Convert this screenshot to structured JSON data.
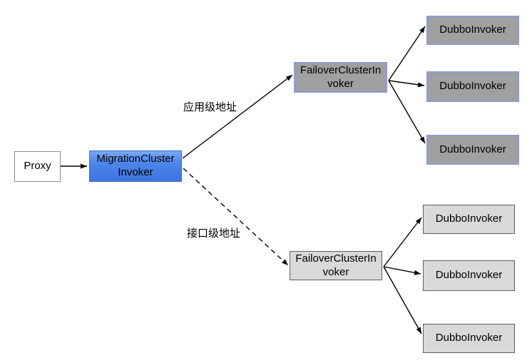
{
  "diagram": {
    "nodes": {
      "proxy": {
        "label": "Proxy",
        "fill": "#ffffff",
        "border": "#8c8c8c"
      },
      "migration_cluster_invoker": {
        "label": "MigrationCluster\nInvoker",
        "fill": "#4c85ea",
        "border": "#3e6fc6"
      },
      "failover_cluster_invoker_app": {
        "label": "FailoverClusterIn\nvoker",
        "fill": "#9fa0a2",
        "border": "#8d9cd1"
      },
      "dubbo_invoker_app_1": {
        "label": "DubboInvoker",
        "fill": "#9fa0a2",
        "border": "#8d9cd1"
      },
      "dubbo_invoker_app_2": {
        "label": "DubboInvoker",
        "fill": "#9fa0a2",
        "border": "#8d9cd1"
      },
      "dubbo_invoker_app_3": {
        "label": "DubboInvoker",
        "fill": "#9fa0a2",
        "border": "#8d9cd1"
      },
      "failover_cluster_invoker_interface": {
        "label": "FailoverClusterIn\nvoker",
        "fill": "#d9d9d9",
        "border": "#5f5f5f"
      },
      "dubbo_invoker_interface_1": {
        "label": "DubboInvoker",
        "fill": "#d9d9d9",
        "border": "#5f5f5f"
      },
      "dubbo_invoker_interface_2": {
        "label": "DubboInvoker",
        "fill": "#d9d9d9",
        "border": "#5f5f5f"
      },
      "dubbo_invoker_interface_3": {
        "label": "DubboInvoker",
        "fill": "#d9d9d9",
        "border": "#5f5f5f"
      }
    },
    "edge_labels": {
      "app_level_address": "应用级地址",
      "interface_level_address": "接口级地址"
    },
    "edges": {
      "proxy_to_migration": {
        "style": "solid"
      },
      "migration_to_failover_app": {
        "style": "solid",
        "label": "应用级地址"
      },
      "migration_to_failover_interface": {
        "style": "dashed",
        "label": "接口级地址"
      },
      "failover_app_to_dubbo_1": {
        "style": "solid"
      },
      "failover_app_to_dubbo_2": {
        "style": "solid"
      },
      "failover_app_to_dubbo_3": {
        "style": "solid"
      },
      "failover_interface_to_dubbo_1": {
        "style": "solid"
      },
      "failover_interface_to_dubbo_2": {
        "style": "solid"
      },
      "failover_interface_to_dubbo_3": {
        "style": "solid"
      }
    },
    "colors": {
      "line": "#000000",
      "app_group_fill": "#9fa0a2",
      "app_group_border": "#8d9cd1",
      "interface_group_fill": "#d9d9d9",
      "interface_group_border": "#5f5f5f",
      "migration_fill_top": "#79aaf6",
      "migration_fill_bottom": "#3f73dc"
    }
  }
}
